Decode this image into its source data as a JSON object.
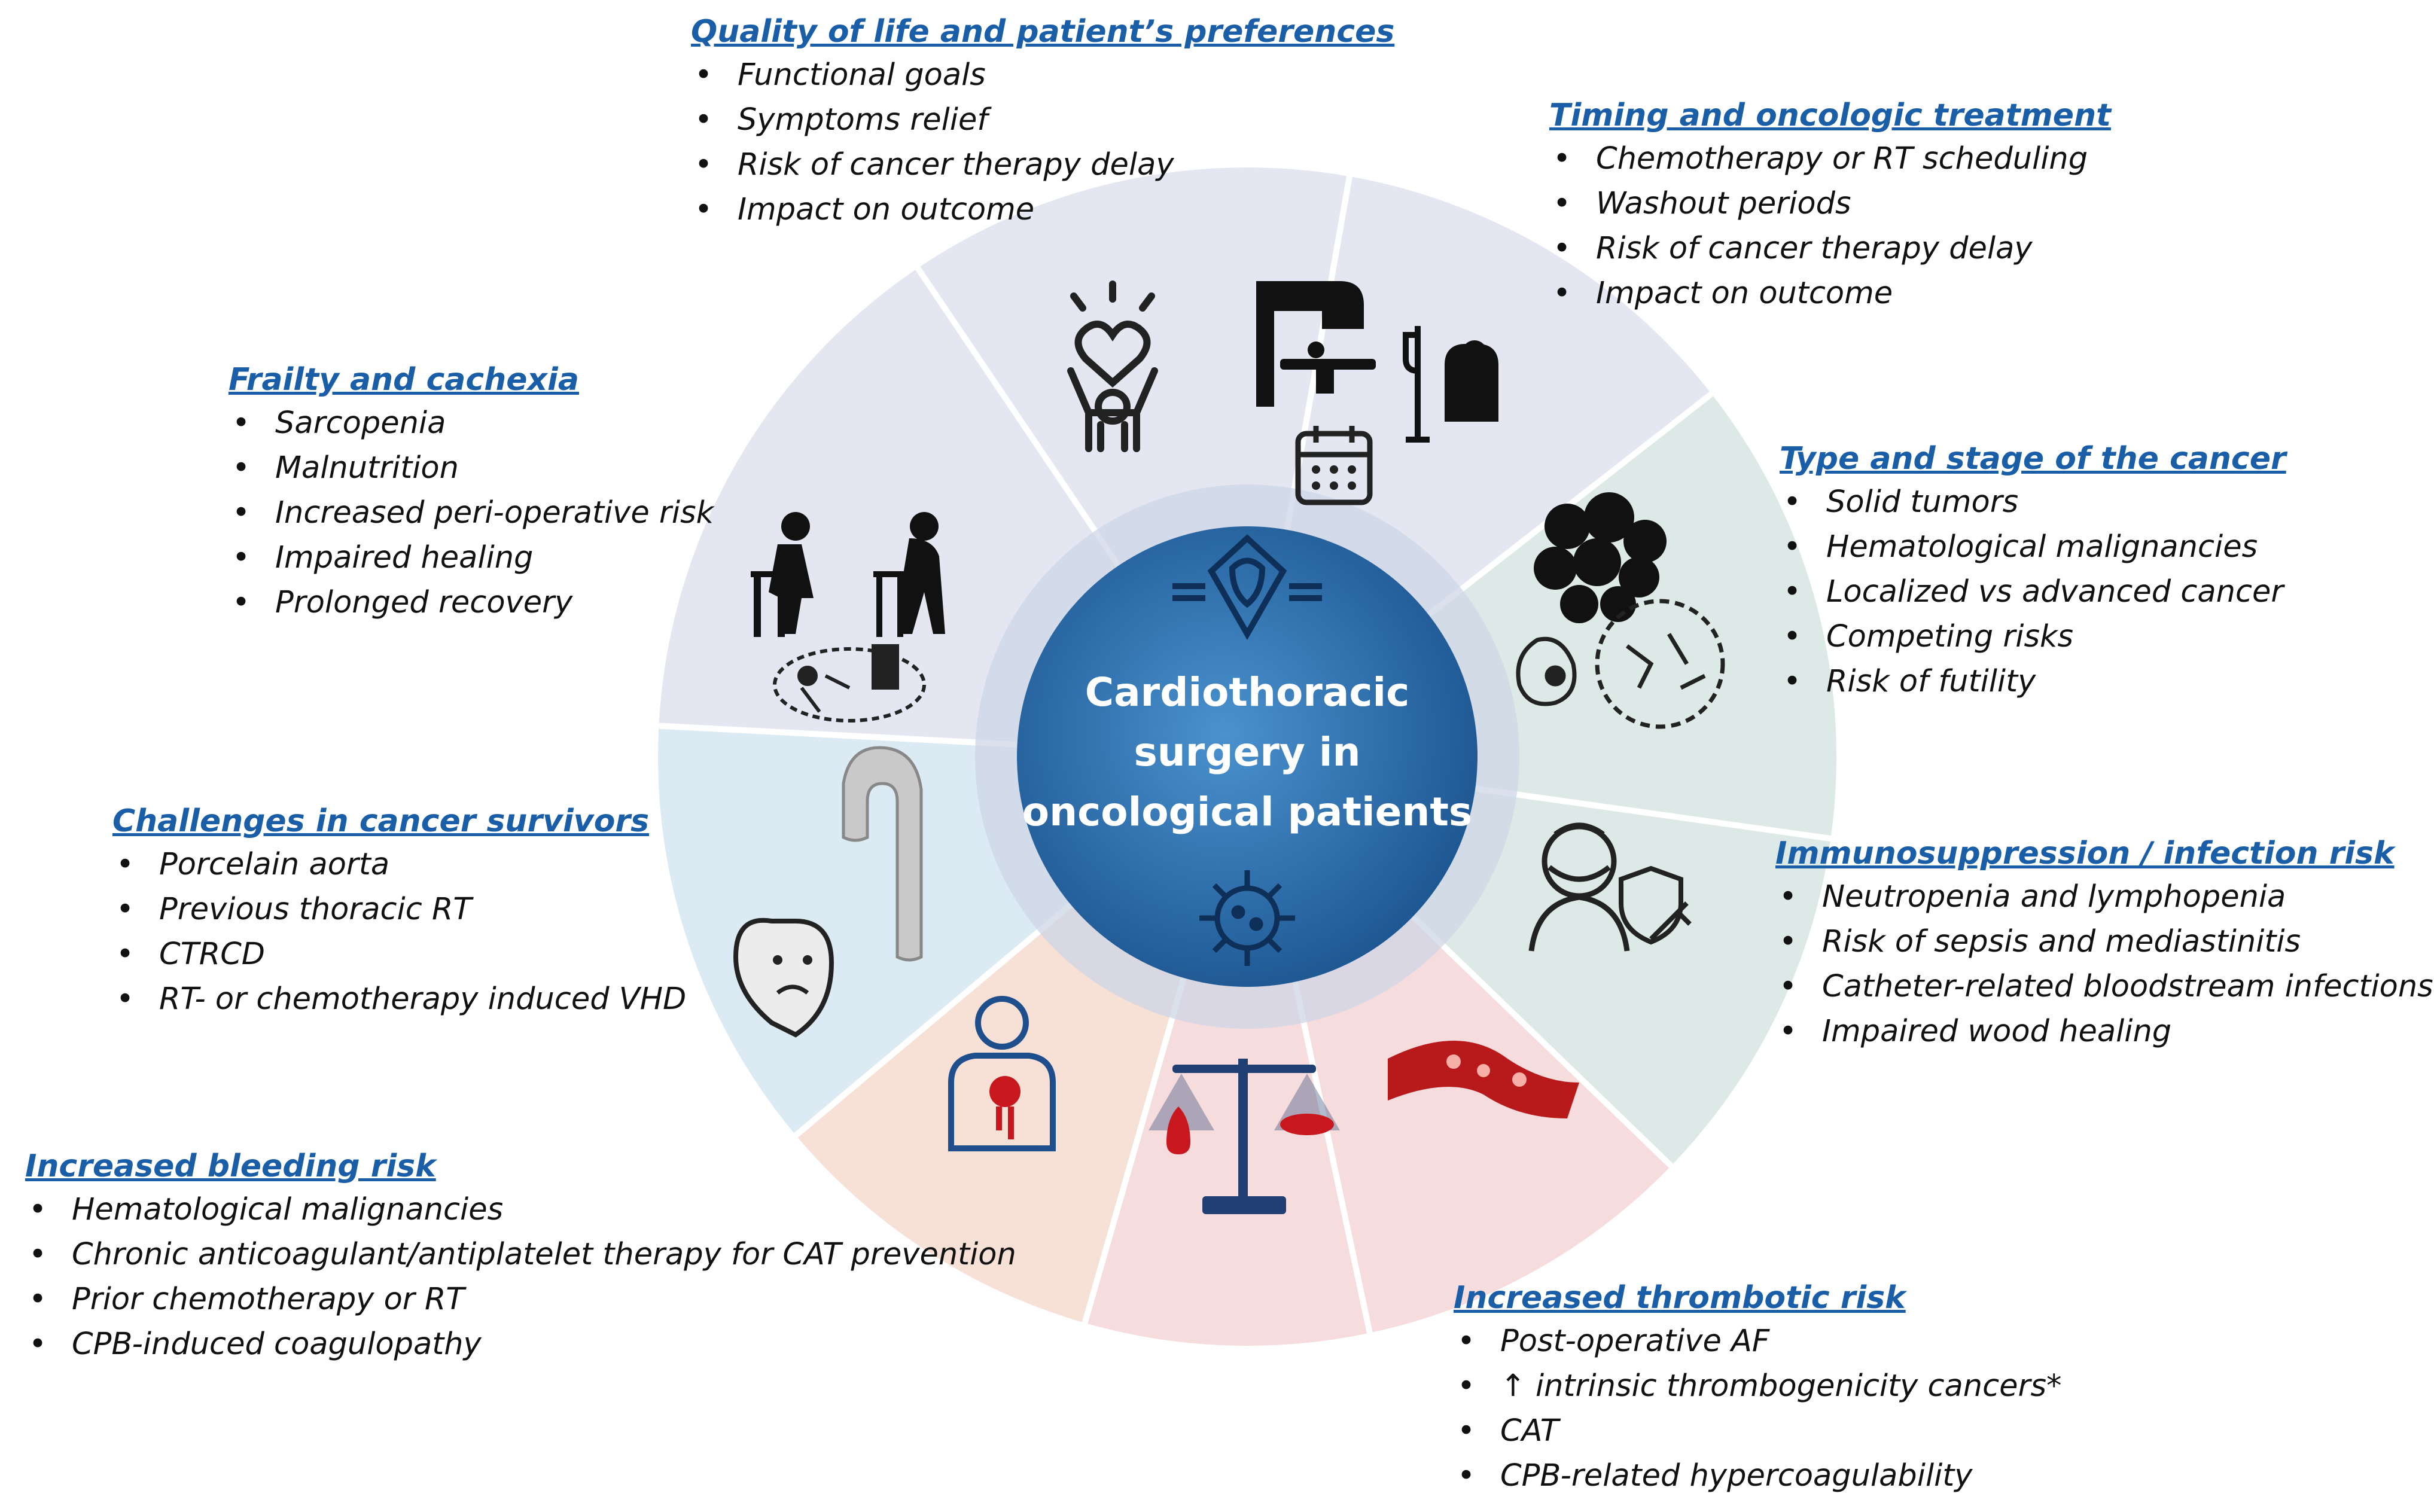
{
  "center": {
    "title_lines": [
      "Cardiothoracic",
      "surgery in",
      "oncological patients"
    ]
  },
  "sections": {
    "quality": {
      "title": "Quality of life and patient’s preferences",
      "items": [
        "Functional goals",
        "Symptoms relief",
        "Risk of cancer therapy delay",
        "Impact on outcome"
      ]
    },
    "timing": {
      "title": "Timing and oncologic treatment",
      "items": [
        "Chemotherapy or RT scheduling",
        "Washout periods",
        "Risk of cancer therapy delay",
        "Impact on outcome"
      ]
    },
    "type": {
      "title": "Type and stage of the cancer",
      "items": [
        "Solid tumors",
        "Hematological malignancies",
        "Localized vs advanced cancer",
        "Competing risks",
        "Risk of futility"
      ]
    },
    "immuno": {
      "title": "Immunosuppression / infection risk",
      "items": [
        "Neutropenia and lymphopenia",
        "Risk of sepsis and mediastinitis",
        "Catheter-related bloodstream infections",
        "Impaired wood healing"
      ]
    },
    "thrombotic": {
      "title": "Increased thrombotic risk",
      "items": [
        "Post-operative AF",
        "↑ intrinsic thrombogenicity cancers*",
        "CAT",
        "CPB-related hypercoagulability"
      ]
    },
    "bleeding": {
      "title": "Increased bleeding risk",
      "items": [
        "Hematological malignancies",
        "Chronic anticoagulant/antiplatelet therapy for CAT prevention",
        "Prior chemotherapy or RT",
        "CPB-induced coagulopathy"
      ]
    },
    "survivors": {
      "title": "Challenges in cancer survivors",
      "items": [
        "Porcelain aorta",
        "Previous thoracic RT",
        "CTRCD",
        "RT- or chemotherapy induced VHD"
      ]
    },
    "frailty": {
      "title": "Frailty and cachexia",
      "items": [
        "Sarcopenia",
        "Malnutrition",
        "Increased peri-operative risk",
        "Impaired healing",
        "Prolonged recovery"
      ]
    }
  },
  "colors": {
    "title_blue": "#1a5ea8",
    "center_dark": "#1f5c97",
    "center_light": "#3c86c6",
    "segment_lavender": "#e4e7f1",
    "segment_teal": "#dde9e6",
    "segment_blue": "#dcebf3",
    "segment_peach": "#f7e0d6",
    "segment_pink": "#f6dcdc"
  },
  "icons": [
    "heart-arms-icon",
    "radiotherapy-machine-icon",
    "iv-chair-icon",
    "calendar-icon",
    "tumor-cells-icon",
    "microscope-tissue-icon",
    "patient-mask-icon",
    "vaccine-shield-icon",
    "blood-vessel-clot-icon",
    "balance-scale-icon",
    "bleeding-torso-icon",
    "aorta-icon",
    "sad-heart-icon",
    "elderly-walker-icon",
    "cachexia-figure-icon",
    "heart-plug-icon",
    "virus-icon"
  ]
}
